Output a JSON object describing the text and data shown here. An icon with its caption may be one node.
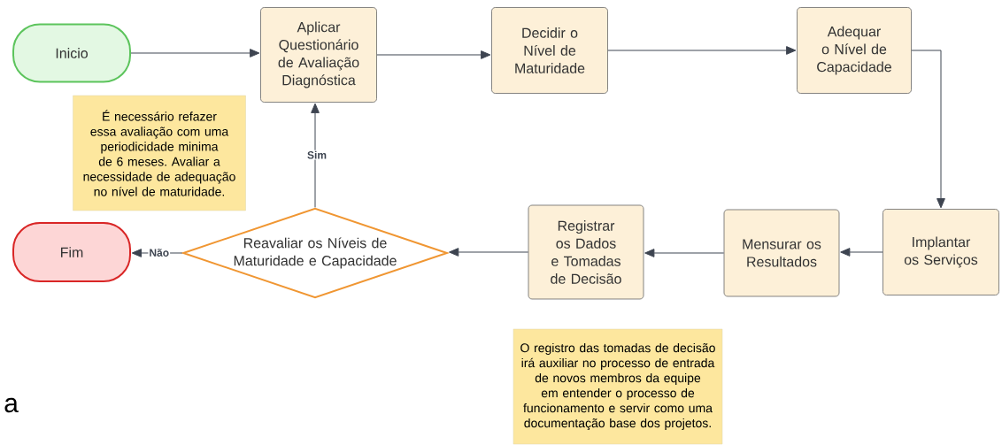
{
  "diagram": {
    "nodes": [
      {
        "text": [
          "Inicio"
        ]
      },
      {
        "text": [
          "Aplicar Questionário de Avaliação Diagnóstica"
        ]
      },
      {
        "text": [
          "Decidir o Nível de Maturidade"
        ]
      },
      {
        "text": [
          "Adequar o Nível de Capacidade"
        ]
      },
      {
        "text": [
          "É necessário refazer essa avaliação com uma periodicidade minima de 6 meses. Avaliar a necessidade de adequação no nível de maturidade."
        ]
      },
      {
        "text": [
          "Fim"
        ]
      },
      {
        "text": [
          "Reavaliar os Níveis de Maturidade e Capacidade"
        ]
      },
      {
        "text": [
          "Registrar os Dados e Tomadas de Decisão"
        ]
      },
      {
        "text": [
          "Mensurar os Resultados"
        ]
      },
      {
        "text": [
          "Implantar os Serviços"
        ]
      },
      {
        "text": [
          "O registro das tomadas de decisão irá auxiliar no processo de entrada de novos membros da equipe em entender o processo de funcionamento e servir como uma documentação base dos projetos."
        ]
      }
    ],
    "edges": [
      {
        "from": 0,
        "to": 1,
        "arrow": "to"
      },
      {
        "from": 1,
        "to": 2,
        "arrow": "to"
      },
      {
        "from": 2,
        "to": 3,
        "arrow": "to"
      },
      {
        "from": 3,
        "to": 9,
        "arrow": "to"
      },
      {
        "from": 9,
        "to": 8,
        "arrow": "to"
      },
      {
        "from": 8,
        "to": 7,
        "arrow": "to"
      },
      {
        "from": 7,
        "to": 6,
        "arrow": "to"
      },
      {
        "from": 6,
        "to": 1,
        "arrow": "to",
        "label": "Sim"
      },
      {
        "from": 6,
        "to": 5,
        "arrow": "to",
        "label": "Não"
      }
    ],
    "labels": [
      "a"
    ]
  }
}
